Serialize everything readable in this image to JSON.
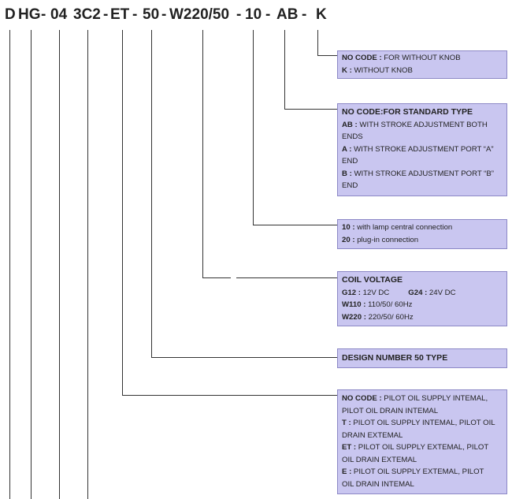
{
  "code": {
    "d": "D",
    "hg": "HG",
    "d1": "-",
    "size": "04",
    "spool": "3C2",
    "d2": "-",
    "et": "ET",
    "d3": "-",
    "design": "50",
    "d4": "-",
    "volt": "W220/50",
    "d5": "-",
    "conn": "10",
    "d6": "-",
    "ab": "AB",
    "d7": "-",
    "k": "K"
  },
  "boxes": {
    "knob": {
      "l1_key": "NO CODE :",
      "l1_val": " FOR WITHOUT KNOB",
      "l2_key": "K :",
      "l2_val": " WITHOUT KNOB"
    },
    "stroke": {
      "header": "NO CODE:FOR STANDARD TYPE",
      "ab_key": "AB :",
      "ab_val1": " WITH STROKE ADJUSTMENT BOTH",
      "ab_val2": "ENDS",
      "a_key": "A :",
      "a_val1": " WITH STROKE ADJUSTMENT PORT “A”",
      "a_val2": "END",
      "b_key": "B :",
      "b_val1": " WITH STROKE ADJUSTMENT PORT “B”",
      "b_val2": "END"
    },
    "connection": {
      "k10": "10 :",
      "v10": " with lamp central connection",
      "k20": "20 :",
      "v20": " plug-in connection"
    },
    "coil": {
      "header": "COIL VOLTAGE",
      "g12_key": "G12 :",
      "g12_val": " 12V DC",
      "g24_key": "G24 :",
      "g24_val": " 24V DC",
      "w110_key": "W110 :",
      "w110_val": " 110/50/ 60Hz",
      "w220_key": "W220 :",
      "w220_val": " 220/50/ 60Hz"
    },
    "design": {
      "header": "DESIGN NUMBER 50 TYPE"
    },
    "pilot": {
      "nc_key": "NO CODE :",
      "nc_val1": " PILOT OIL SUPPLY INTEMAL,",
      "nc_val2": "PILOT OIL DRAIN INTEMAL",
      "t_key": "T :",
      "t_val1": " PILOT OIL SUPPLY INTEMAL, PILOT OIL",
      "t_val2": "DRAIN EXTEMAL",
      "et_key": "ET :",
      "et_val1": " PILOT OIL SUPPLY EXTEMAL, PILOT",
      "et_val2": "OIL DRAIN EXTEMAL",
      "e_key": "E :",
      "e_val1": " PILOT OIL SUPPLY EXTEMAL, PILOT",
      "e_val2": "OIL DRAIN INTEMAL"
    }
  }
}
